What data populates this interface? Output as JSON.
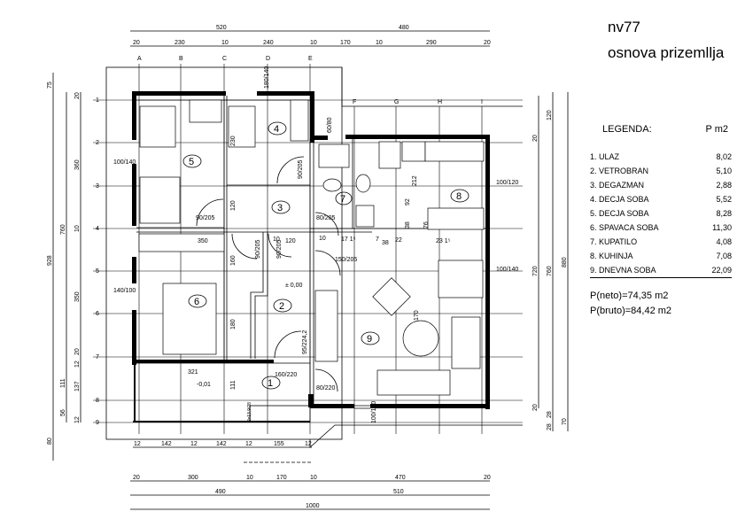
{
  "title": "nv77",
  "subtitle": "osnova prizemllja",
  "legend": {
    "heading": "LEGENDA:",
    "unit": "P m2",
    "rooms": [
      {
        "name": "1.  ULAZ",
        "area": "8,02"
      },
      {
        "name": "2.  VETROBRAN",
        "area": "5,10"
      },
      {
        "name": "3.  DEGAZMAN",
        "area": "2,88"
      },
      {
        "name": "4.  DECJA SOBA",
        "area": "5,52"
      },
      {
        "name": "5.  DECJA SOBA",
        "area": "8,28"
      },
      {
        "name": "6.  SPAVACA SOBA",
        "area": "11,30"
      },
      {
        "name": "7.  KUPATILO",
        "area": "4,08"
      },
      {
        "name": "8.  KUHINJA",
        "area": "7,08"
      },
      {
        "name": "9.  DNEVNA SOBA",
        "area": "22,09"
      }
    ],
    "net": "P(neto)=74,35 m2",
    "gross": "P(bruto)=84,42 m2"
  },
  "axes": {
    "columns": [
      "A",
      "B",
      "C",
      "D",
      "E",
      "F",
      "G",
      "H",
      "I"
    ],
    "rows": [
      "1",
      "2",
      "3",
      "4",
      "5",
      "6",
      "7",
      "8",
      "9"
    ]
  },
  "room_numbers": [
    "1",
    "2",
    "3",
    "4",
    "5",
    "6",
    "7",
    "8",
    "9"
  ],
  "dims": {
    "top_total": [
      "520",
      "480"
    ],
    "top_parts": [
      "20",
      "230",
      "10",
      "240",
      "10",
      "170",
      "10",
      "290",
      "20"
    ],
    "porch_parts": [
      "12",
      "142",
      "12",
      "142",
      "12",
      "155",
      "12"
    ],
    "bottom_parts": [
      "20",
      "300",
      "10",
      "170",
      "10",
      "470",
      "20"
    ],
    "bottom_mid": [
      "490",
      "510"
    ],
    "bottom_total": "1000",
    "left_outer": [
      "75",
      "928",
      "80"
    ],
    "left_mid": [
      "760",
      "111",
      "56"
    ],
    "left_inner": [
      "20",
      "360",
      "10",
      "350",
      "20",
      "12",
      "137",
      "12"
    ],
    "right_inner": [
      "20",
      "720",
      "20"
    ],
    "right_mid": [
      "120",
      "760",
      "28",
      "28"
    ],
    "right_outer": [
      "880",
      "70"
    ]
  },
  "annotations": {
    "levels": [
      "± 0,00",
      "-0,01"
    ],
    "doors": [
      "90/205",
      "90/205",
      "80/205",
      "90/205",
      "90/205",
      "150/205",
      "95/224,2",
      "80/220",
      "160/220"
    ],
    "windows_left": [
      "100/140",
      "140/100"
    ],
    "windows_right": [
      "100/120",
      "100/140"
    ],
    "window_bottom": "100/140",
    "window_top": "180/140",
    "window_bath": "60/80",
    "interior": [
      "350",
      "230",
      "120",
      "160",
      "180",
      "321",
      "111",
      "120",
      "10",
      "10",
      "17 1⁵",
      "7",
      "38",
      "22",
      "23 1⁵",
      "212",
      "92",
      "38",
      "76",
      "170",
      "2x13,9/28"
    ]
  }
}
